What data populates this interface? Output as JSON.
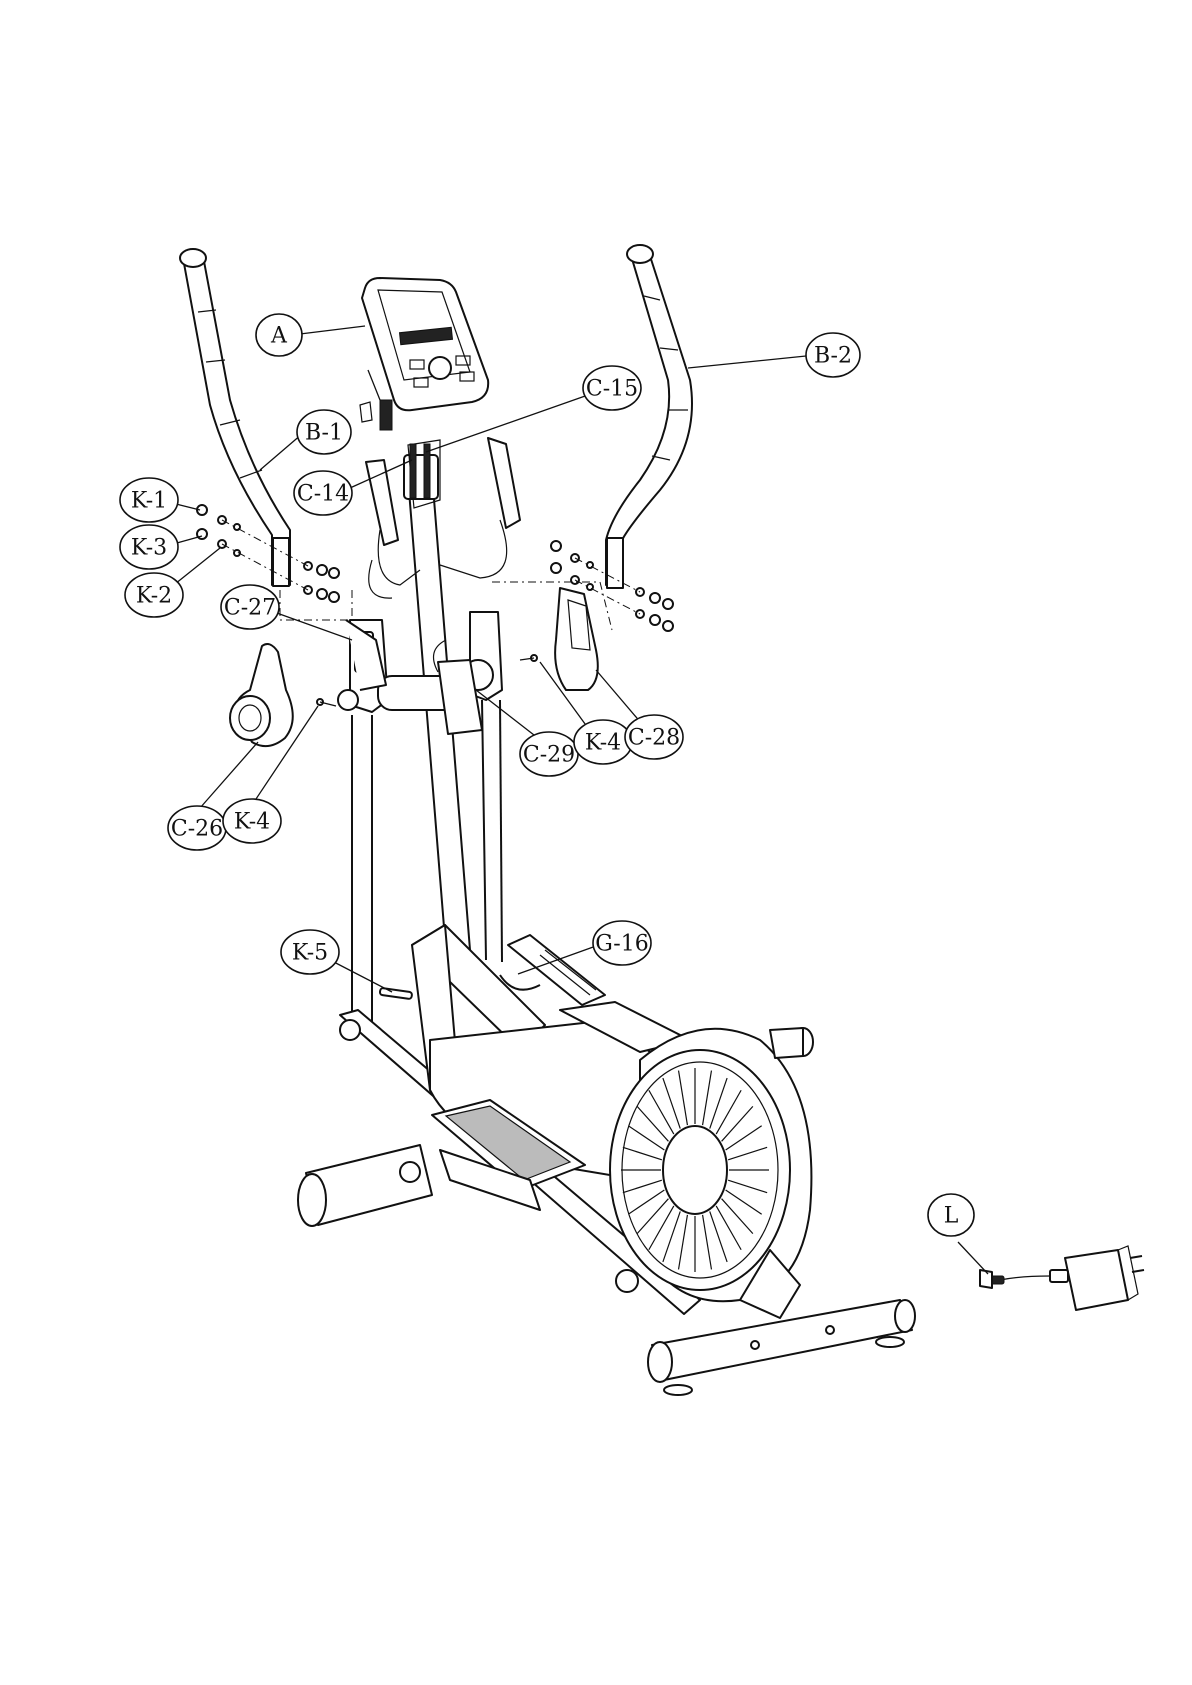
{
  "diagram": {
    "callouts": [
      {
        "id": "A",
        "label": "A"
      },
      {
        "id": "B-2",
        "label": "B-2"
      },
      {
        "id": "C-15",
        "label": "C-15"
      },
      {
        "id": "B-1",
        "label": "B-1"
      },
      {
        "id": "C-14",
        "label": "C-14"
      },
      {
        "id": "K-1",
        "label": "K-1"
      },
      {
        "id": "K-3",
        "label": "K-3"
      },
      {
        "id": "K-2",
        "label": "K-2"
      },
      {
        "id": "C-27",
        "label": "C-27"
      },
      {
        "id": "C-29",
        "label": "C-29"
      },
      {
        "id": "K-4-right",
        "label": "K-4"
      },
      {
        "id": "C-28",
        "label": "C-28"
      },
      {
        "id": "C-26",
        "label": "C-26"
      },
      {
        "id": "K-4-left",
        "label": "K-4"
      },
      {
        "id": "K-5",
        "label": "K-5"
      },
      {
        "id": "G-16",
        "label": "G-16"
      },
      {
        "id": "L",
        "label": "L"
      }
    ]
  }
}
